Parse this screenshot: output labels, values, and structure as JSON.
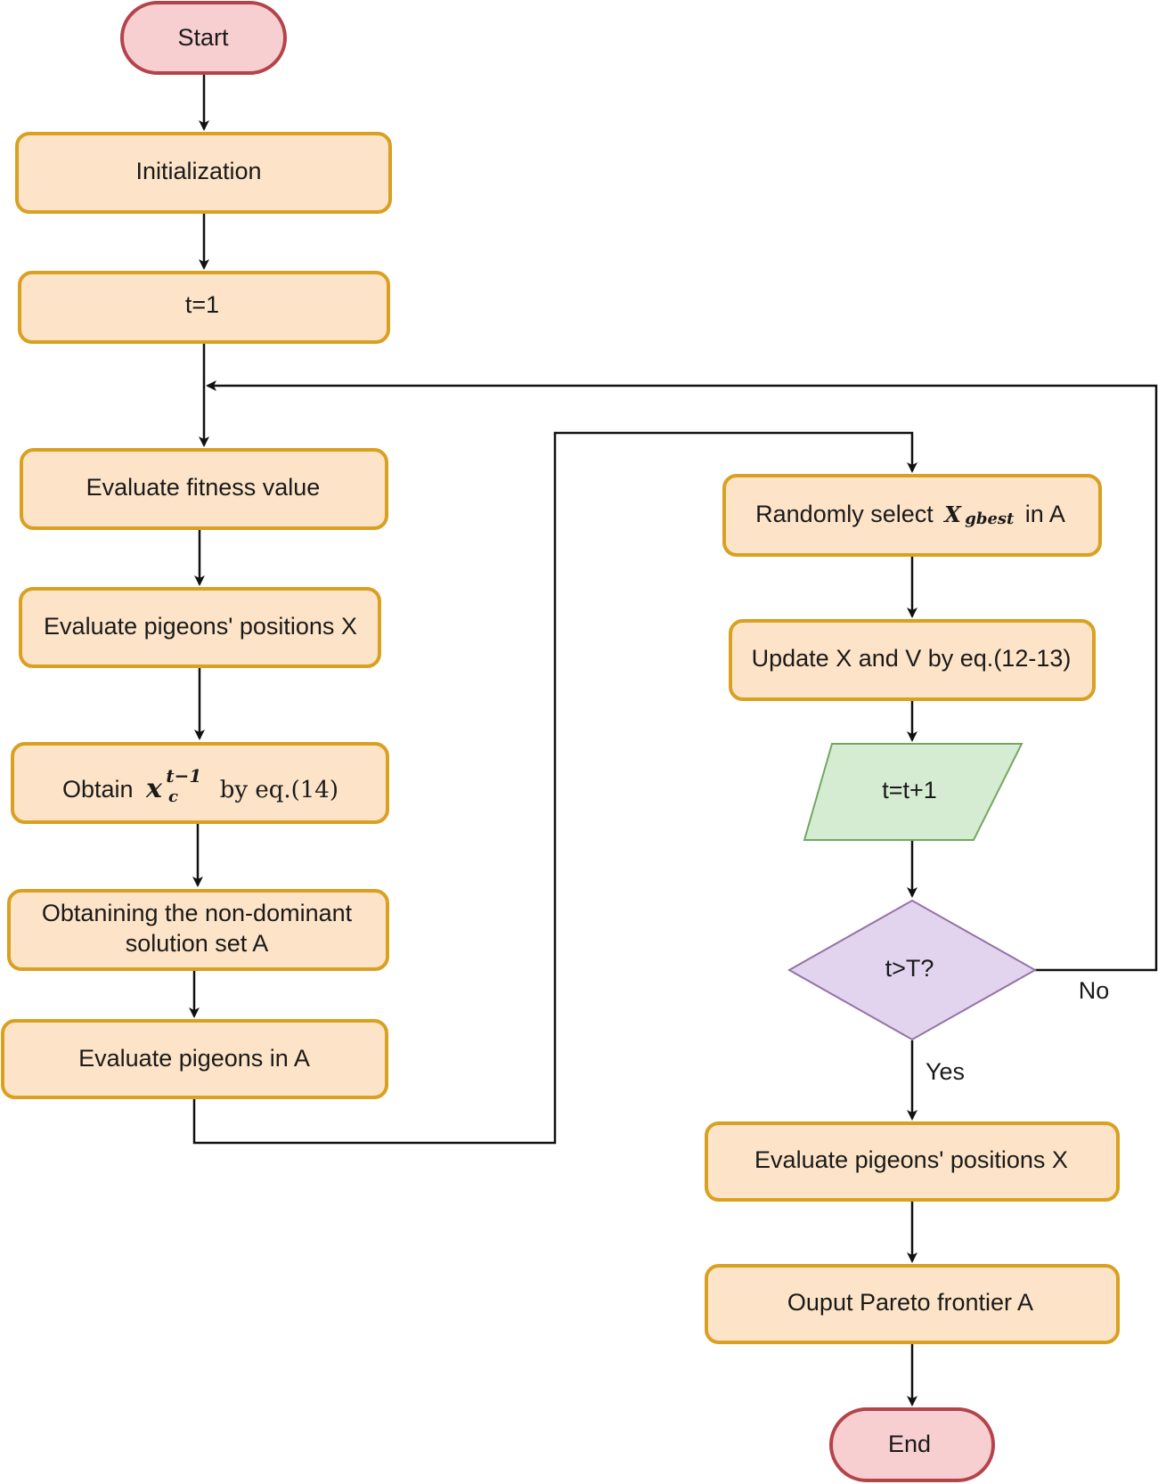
{
  "flowchart": {
    "start": "Start",
    "init": "Initialization",
    "t_init": "t=1",
    "eval_fitness": "Evaluate fitness value",
    "eval_positions_1": "Evaluate pigeons' positions X",
    "obtain": {
      "prefix": "Obtain",
      "var": "x",
      "sub": "c",
      "sup": "t−1",
      "suffix": "by eq.(14)"
    },
    "non_dominant": {
      "line1": "Obtanining the non-dominant",
      "line2": "solution set A"
    },
    "eval_in_a": "Evaluate pigeons in A",
    "random_select": {
      "prefix": "Randomly select",
      "var": "X",
      "sub": "gbest",
      "suffix": "in A"
    },
    "update": "Update X and V by eq.(12-13)",
    "increment": "t=t+1",
    "decision": "t>T?",
    "no_label": "No",
    "yes_label": "Yes",
    "eval_positions_2": "Evaluate pigeons' positions X",
    "output": "Ouput Pareto frontier A",
    "end": "End"
  },
  "colors": {
    "process_fill": "#fde4c8",
    "process_border": "#d9a021",
    "terminal_fill": "#f7cfd1",
    "terminal_border": "#b5434b",
    "io_fill": "#d6ecd2",
    "io_border": "#70a860",
    "decision_fill": "#e2d4ee",
    "decision_border": "#9673a6",
    "line": "#111111"
  }
}
